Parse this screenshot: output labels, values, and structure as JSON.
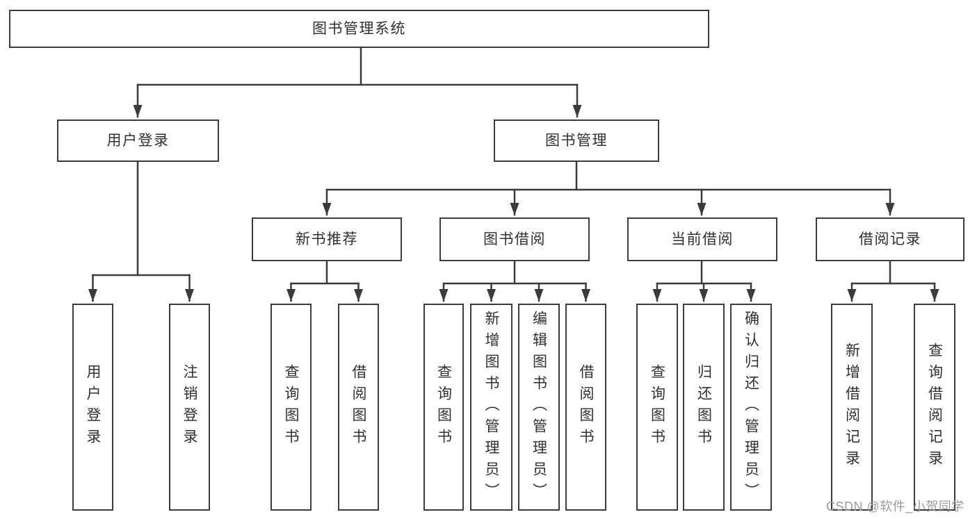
{
  "diagram_title": "图书管理系统",
  "colors": {
    "line": "#3b3b3b",
    "box_border": "#3b3b3b",
    "text": "#303030",
    "background": "#ffffff",
    "watermark": "#9c9c9c"
  },
  "tree": {
    "label": "图书管理系统",
    "children": [
      {
        "label": "用户登录",
        "children": [
          {
            "label": "用户登录"
          },
          {
            "label": "注销登录"
          }
        ]
      },
      {
        "label": "图书管理",
        "children": [
          {
            "label": "新书推荐",
            "children": [
              {
                "label": "查询图书"
              },
              {
                "label": "借阅图书"
              }
            ]
          },
          {
            "label": "图书借阅",
            "children": [
              {
                "label": "查询图书"
              },
              {
                "label": "新增图书（管理员）"
              },
              {
                "label": "编辑图书（管理员）"
              },
              {
                "label": "借阅图书"
              }
            ]
          },
          {
            "label": "当前借阅",
            "children": [
              {
                "label": "查询图书"
              },
              {
                "label": "归还图书"
              },
              {
                "label": "确认归还（管理员）"
              }
            ]
          },
          {
            "label": "借阅记录",
            "children": [
              {
                "label": "新增借阅记录"
              },
              {
                "label": "查询借阅记录"
              }
            ]
          }
        ]
      }
    ]
  },
  "watermark": {
    "text": "CSDN @软件_小贺同学"
  }
}
